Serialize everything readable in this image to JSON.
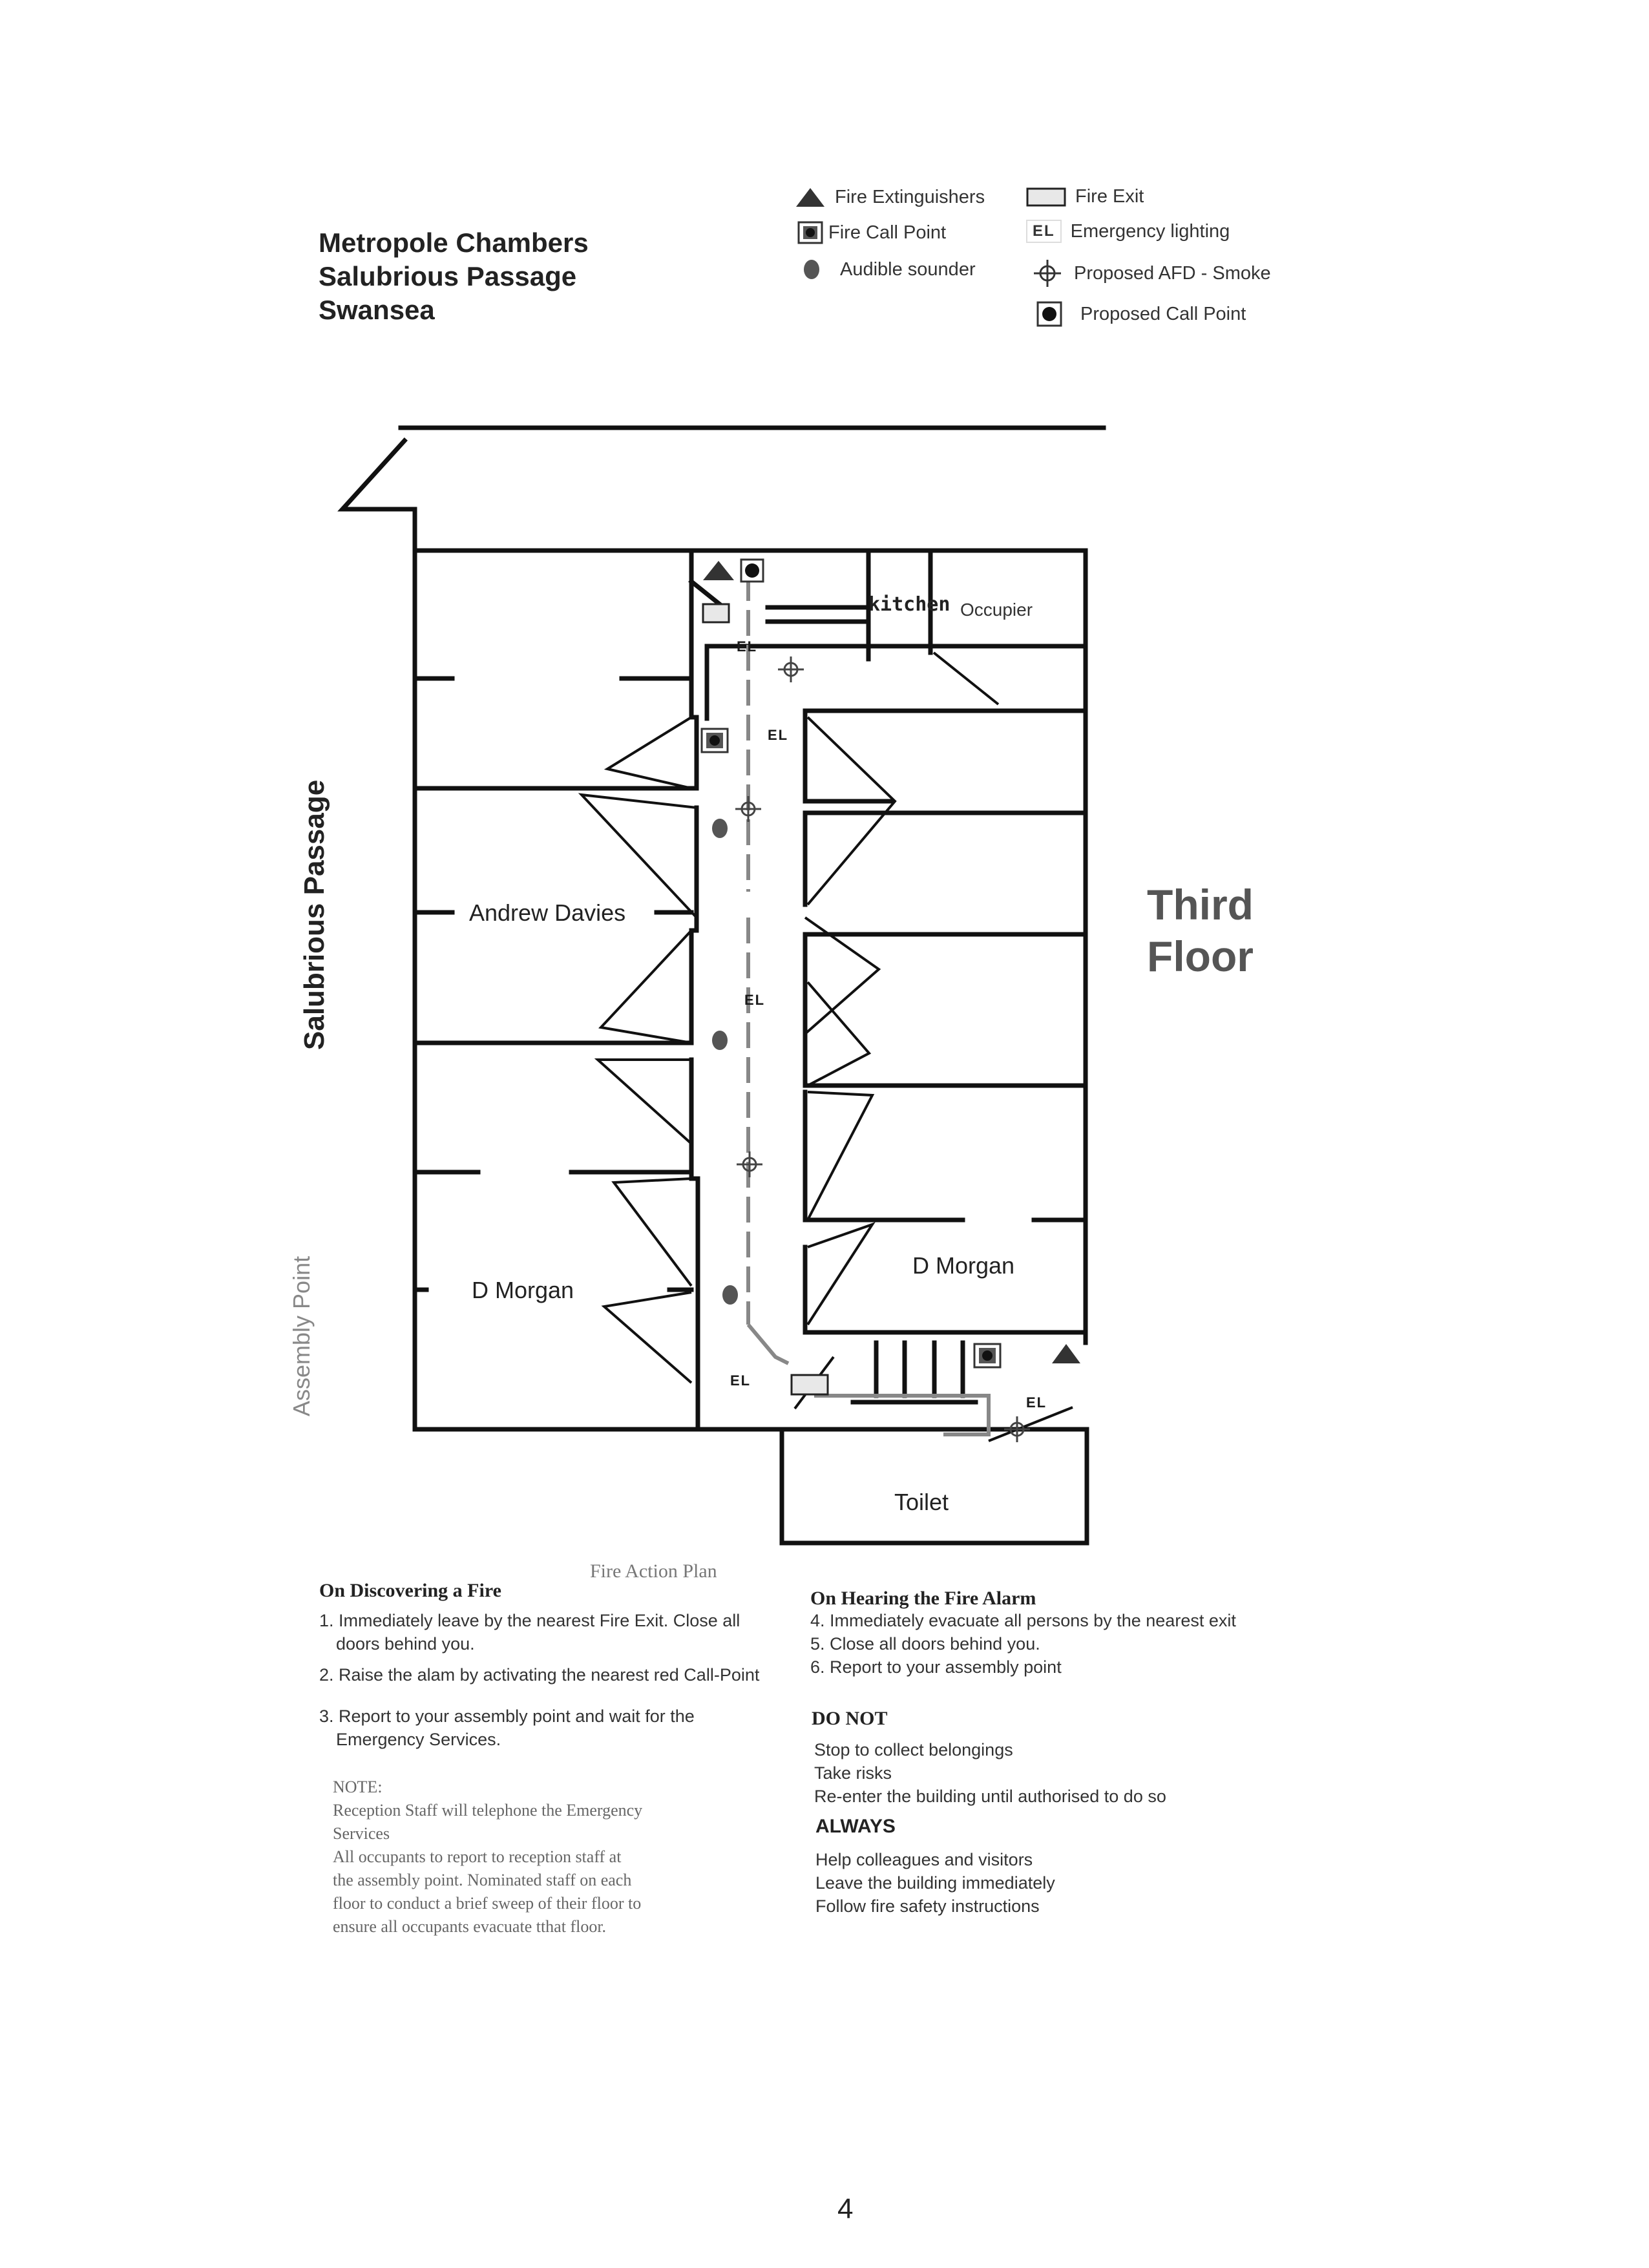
{
  "address": [
    "Metropole Chambers",
    "Salubrious Passage",
    "Swansea"
  ],
  "legend": {
    "fire_extinguishers": "Fire Extinguishers",
    "fire_call_point": "Fire Call Point",
    "audible_sounder": "Audible sounder",
    "fire_exit": "Fire Exit",
    "el_symbol": "EL",
    "emergency_lighting": "Emergency lighting",
    "proposed_afd": "Proposed AFD - Smoke",
    "proposed_call_point": "Proposed Call Point"
  },
  "floor_label": [
    "Third",
    "Floor"
  ],
  "street_label": "Salubrious Passage",
  "assembly_label": "Assembly Point",
  "rooms": {
    "kitchen": "kitchen",
    "occupier": "Occupier",
    "andrew": "Andrew Davies",
    "dmorgan_left": "D Morgan",
    "dmorgan_right": "D Morgan",
    "toilet": "Toilet",
    "el": "EL"
  },
  "fire_action_plan": "Fire Action Plan",
  "discovering": {
    "heading": "On Discovering a Fire",
    "items": [
      "1. Immediately leave by the nearest Fire Exit. Close all",
      "doors behind you.",
      "2. Raise the alam by activating the nearest red Call-Point",
      "3. Report to your assembly point and wait for the",
      "Emergency Services."
    ]
  },
  "note": {
    "heading": "NOTE:",
    "lines": [
      "Reception Staff will telephone the Emergency",
      "Services",
      "All occupants to report to reception staff at",
      "the assembly point. Nominated staff on each",
      "floor to conduct a brief sweep of their floor to",
      "ensure all occupants evacuate tthat floor."
    ]
  },
  "hearing": {
    "heading": "On Hearing the Fire Alarm",
    "items": [
      "4. Immediately evacuate all persons by the nearest exit",
      "5. Close all doors behind you.",
      "6. Report to your assembly point"
    ]
  },
  "do_not": {
    "heading": "DO NOT",
    "items": [
      "Stop to collect belongings",
      "Take risks",
      "Re-enter the building until authorised to do so"
    ]
  },
  "always": {
    "heading": "ALWAYS",
    "items": [
      "Help colleagues and visitors",
      "Leave the building immediately",
      "Follow fire safety instructions"
    ]
  },
  "page_number": "4"
}
